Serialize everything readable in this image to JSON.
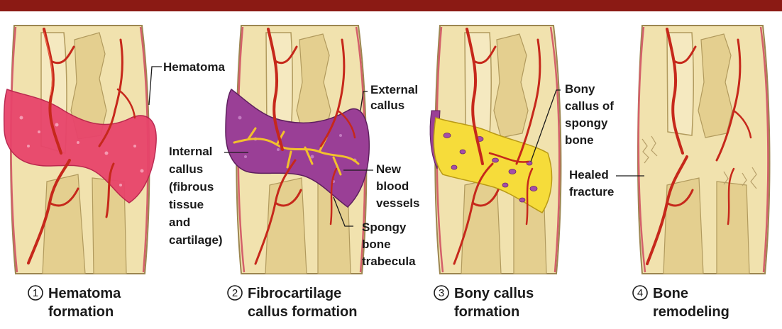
{
  "panels": [
    {
      "number": "1",
      "caption_line1": "Hematoma",
      "caption_line2": "formation"
    },
    {
      "number": "2",
      "caption_line1": "Fibrocartilage",
      "caption_line2": "callus formation"
    },
    {
      "number": "3",
      "caption_line1": "Bony callus",
      "caption_line2": "formation"
    },
    {
      "number": "4",
      "caption_line1": "Bone",
      "caption_line2": "remodeling"
    }
  ],
  "labels": {
    "hematoma": "Hematoma",
    "external_callus": [
      "External",
      "callus"
    ],
    "internal_callus": [
      "Internal",
      "callus",
      "(fibrous",
      "tissue",
      "and",
      "cartilage)"
    ],
    "new_blood_vessels": [
      "New",
      "blood",
      "vessels"
    ],
    "spongy_bone_trabecula": [
      "Spongy",
      "bone",
      "trabecula"
    ],
    "bony_callus_spongy_bone": [
      "Bony",
      "callus of",
      "spongy",
      "bone"
    ],
    "healed_fracture": [
      "Healed",
      "fracture"
    ]
  },
  "colors": {
    "top_bar": "#8b1a14",
    "bone": "#f1e2ae",
    "hematoma": "#e8446b",
    "fibrocartilage_callus": "#9a3f96",
    "bony_callus": "#f6dc3a",
    "blood_vessel": "#c6281b"
  }
}
